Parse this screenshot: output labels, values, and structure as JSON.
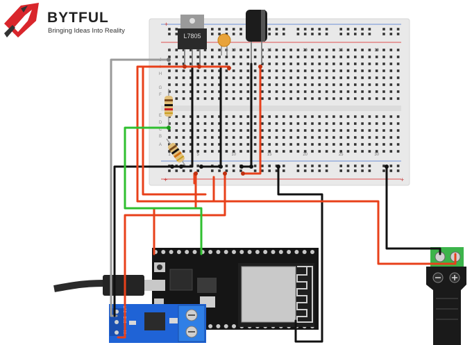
{
  "brand": {
    "name": "BYTFUL",
    "tagline": "Bringing Ideas Into Reality"
  },
  "breadboard": {
    "column_numbers": [
      "1",
      "5",
      "10",
      "15",
      "20",
      "25",
      "30"
    ],
    "row_letters": [
      "J",
      "I",
      "H",
      "G",
      "F",
      "E",
      "D",
      "C",
      "B",
      "A"
    ]
  },
  "components": {
    "regulator_label": "L7805",
    "module_labels": [
      "OUT",
      "GND",
      "IN"
    ]
  },
  "colors": {
    "wire_red": "#e8401a",
    "wire_black": "#111111",
    "wire_green": "#2fbf2f",
    "wire_gray": "#9a9a9a",
    "breadboard": "#e9e9e9",
    "esp32_board": "#151515",
    "module_blue": "#1f63d6",
    "terminal_green": "#2bb24a",
    "brand_red": "#d9262c"
  }
}
